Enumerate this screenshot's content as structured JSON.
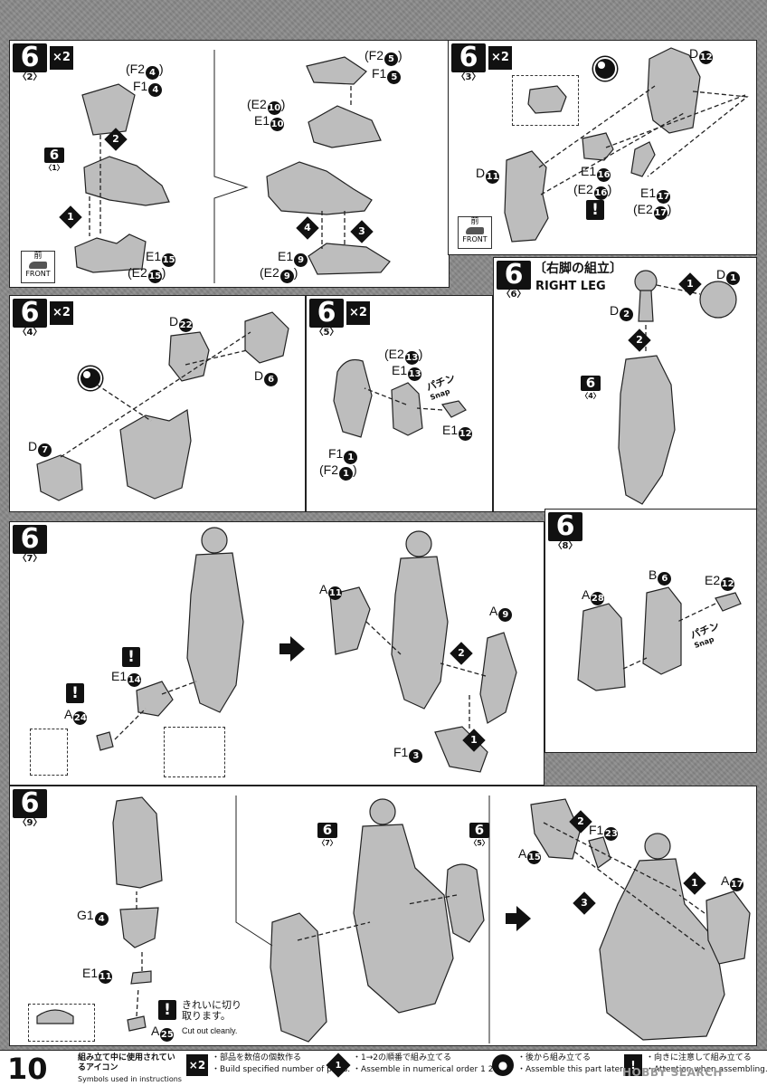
{
  "page_number": "10",
  "panels": {
    "p2": {
      "step": "6",
      "sub": "〈2〉",
      "mult": "×2",
      "labels": {
        "f2_4": "(F2",
        "f2_4n": "4",
        "f1_4": "F1",
        "f1_4n": "4",
        "f2_5": "(F2",
        "f2_5n": "5",
        "f1_5": "F1",
        "f1_5n": "5",
        "e2_10": "(E2",
        "e2_10n": "10",
        "e1_10": "E1",
        "e1_10n": "10",
        "e1_15": "E1",
        "e1_15n": "15",
        "e2_15": "(E2",
        "e2_15n": "15",
        "e1_9": "E1",
        "e1_9n": "9",
        "e2_9": "(E2",
        "e2_9n": "9",
        "ref6": "6",
        "ref6sub": "〈1〉"
      },
      "arrows": [
        "1",
        "2",
        "3",
        "4"
      ],
      "front_ja": "前",
      "front_en": "FRONT"
    },
    "p3": {
      "step": "6",
      "sub": "〈3〉",
      "mult": "×2",
      "labels": {
        "d12": "D",
        "d12n": "12",
        "d11": "D",
        "d11n": "11",
        "e1_16": "E1",
        "e1_16n": "16",
        "e2_16": "(E2",
        "e2_16n": "16",
        "e1_17": "E1",
        "e1_17n": "17",
        "e2_17": "(E2",
        "e2_17n": "17"
      },
      "front_ja": "前",
      "front_en": "FRONT",
      "warn": "!"
    },
    "p4": {
      "step": "6",
      "sub": "〈4〉",
      "mult": "×2",
      "labels": {
        "d22": "D",
        "d22n": "22",
        "d6": "D",
        "d6n": "6",
        "d7": "D",
        "d7n": "7"
      }
    },
    "p5": {
      "step": "6",
      "sub": "〈5〉",
      "mult": "×2",
      "labels": {
        "e2_13": "(E2",
        "e2_13n": "13",
        "e1_13": "E1",
        "e1_13n": "13",
        "f1_1": "F1",
        "f1_1n": "1",
        "f2_1": "(F2",
        "f2_1n": "1",
        "e1_12": "E1",
        "e1_12n": "12"
      },
      "snap_ja": "パチン",
      "snap_en": "Snap"
    },
    "p6": {
      "step": "6",
      "sub": "〈6〉",
      "title_ja": "〔右脚の組立〕",
      "title_en": "RIGHT LEG",
      "labels": {
        "d1": "D",
        "d1n": "1",
        "d2": "D",
        "d2n": "2",
        "ref6": "6",
        "ref6sub": "〈4〉"
      },
      "arrows": [
        "1",
        "2"
      ]
    },
    "p7": {
      "step": "6",
      "sub": "〈7〉",
      "labels": {
        "e1_14": "E1",
        "e1_14n": "14",
        "a24": "A",
        "a24n": "24",
        "a11": "A",
        "a11n": "11",
        "a9": "A",
        "a9n": "9",
        "f1_3": "F1",
        "f1_3n": "3"
      },
      "arrows": [
        "1",
        "2"
      ],
      "warn": "!"
    },
    "p8": {
      "step": "6",
      "sub": "〈8〉",
      "labels": {
        "a28": "A",
        "a28n": "28",
        "b6": "B",
        "b6n": "6",
        "e2_12": "E2",
        "e2_12n": "12"
      },
      "snap_ja": "パチン",
      "snap_en": "Snap"
    },
    "p9": {
      "step": "6",
      "sub": "〈9〉",
      "labels": {
        "g1_4": "G1",
        "g1_4n": "4",
        "e1_11": "E1",
        "e1_11n": "11",
        "a25": "A",
        "a25n": "25",
        "ref6a": "6",
        "ref6a_sub": "〈7〉",
        "ref6b": "6",
        "ref6b_sub": "〈5〉",
        "f1_23": "F1",
        "f1_23n": "23",
        "a15": "A",
        "a15n": "15",
        "a17": "A",
        "a17n": "17"
      },
      "cut_ja": "きれいに切り取ります。",
      "cut_en": "Cut out cleanly.",
      "warn": "!",
      "arrows": [
        "1",
        "2",
        "3"
      ]
    }
  },
  "footer": {
    "title_ja": "組み立て中に使用されているアイコン",
    "title_en": "Symbols used in instructions",
    "items": [
      {
        "icon": "×2",
        "ja": "・部品を数倍の個数作る",
        "en": "・Build specified number of parts."
      },
      {
        "icon": "1",
        "ja": "・1→2の順番で組み立てる",
        "en": "・Assemble in numerical order 1 2."
      },
      {
        "icon": "●",
        "ja": "・後から組み立てる",
        "en": "・Assemble this part later."
      },
      {
        "icon": "!",
        "ja": "・向きに注意して組み立てる",
        "en": "・Attention when assembling."
      }
    ],
    "watermark": "HOBBY SEARCH"
  }
}
